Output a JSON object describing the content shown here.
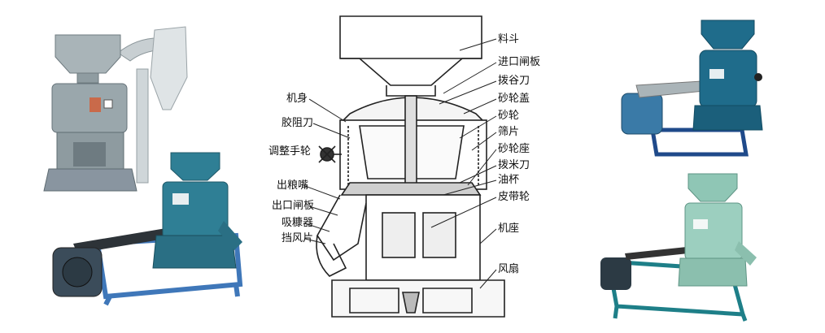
{
  "diagram": {
    "labels": {
      "hopper": "料斗",
      "inlet_gate": "进口闸板",
      "grain_knife": "拨谷刀",
      "wheel_cover": "砂轮盖",
      "grinding_wheel": "砂轮",
      "screen": "筛片",
      "wheel_seat": "砂轮座",
      "rice_knife": "拨米刀",
      "oil_cup": "油杯",
      "pulley": "皮带轮",
      "machine_base": "机座",
      "fan": "风扇",
      "body": "机身",
      "rubber_blade": "胶阻刀",
      "adjust_handwheel": "调整手轮",
      "outlet_spout": "出粮嘴",
      "outlet_gate": "出口闸板",
      "bran_suction": "吸糠器",
      "wind_baffle": "挡风片"
    }
  },
  "colors": {
    "machine_grey": "#9ba8ad",
    "machine_teal": "#2f7f95",
    "machine_green": "#8fc6b5",
    "motor_dark": "#3b4c5a",
    "stand_blue": "#3f77b9"
  }
}
